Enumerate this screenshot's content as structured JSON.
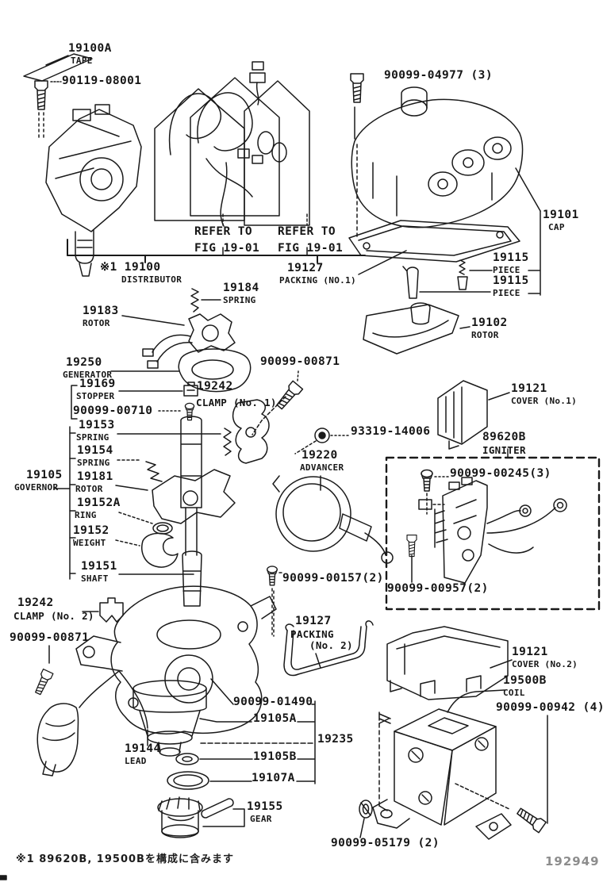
{
  "page": {
    "footnote": "※1  89620B, 19500Bを構成に含みます",
    "page_number": "192949"
  },
  "labels": [
    {
      "name": "tape",
      "t1": "19100A",
      "t2": "TAPE"
    },
    {
      "name": "bolt-90119",
      "t1": "90119-08001"
    },
    {
      "name": "bolt-04977",
      "t1": "90099-04977 (3)"
    },
    {
      "name": "refer-1",
      "t1": "REFER TO",
      "t2": "FIG 19-01"
    },
    {
      "name": "refer-2",
      "t1": "REFER TO",
      "t2": "FIG 19-01"
    },
    {
      "name": "distributor",
      "t1": "※1 19100",
      "t2": "DISTRIBUTOR"
    },
    {
      "name": "packing-no1",
      "t1": "19127",
      "t2": "PACKING (NO.1)"
    },
    {
      "name": "cap",
      "t1": "19101",
      "t2": "CAP"
    },
    {
      "name": "piece-1",
      "t1": "19115",
      "t2": "PIECE"
    },
    {
      "name": "piece-2",
      "t1": "19115",
      "t2": "PIECE"
    },
    {
      "name": "rotor-19102",
      "t1": "19102",
      "t2": "ROTOR"
    },
    {
      "name": "spring-19184",
      "t1": "19184",
      "t2": "SPRING"
    },
    {
      "name": "rotor-19183",
      "t1": "19183",
      "t2": "ROTOR"
    },
    {
      "name": "generator",
      "t1": "19250",
      "t2": "GENERATOR"
    },
    {
      "name": "bolt-00871-a",
      "t1": "90099-00871"
    },
    {
      "name": "stopper",
      "t1": "19169",
      "t2": "STOPPER"
    },
    {
      "name": "clamp1-num",
      "t1": "19242"
    },
    {
      "name": "clamp1-name",
      "t1": "CLAMP (No. 1)"
    },
    {
      "name": "screw-00710",
      "t1": "90099-00710"
    },
    {
      "name": "spring-19153",
      "t1": "19153",
      "t2": "SPRING"
    },
    {
      "name": "spring-19154",
      "t1": "19154",
      "t2": "SPRING"
    },
    {
      "name": "governor",
      "t1": "19105",
      "t2": "GOVERNOR"
    },
    {
      "name": "rotor-19181",
      "t1": "19181",
      "t2": "ROTOR"
    },
    {
      "name": "ring-19152a",
      "t1": "19152A",
      "t2": "RING"
    },
    {
      "name": "weight-19152",
      "t1": "19152",
      "t2": "WEIGHT"
    },
    {
      "name": "shaft-19151",
      "t1": "19151",
      "t2": "SHAFT"
    },
    {
      "name": "nut-93319",
      "t1": "93319-14006"
    },
    {
      "name": "advancer",
      "t1": "19220",
      "t2": "ADVANCER"
    },
    {
      "name": "cover-no1",
      "t1": "19121",
      "t2": "COVER (No.1)"
    },
    {
      "name": "igniter",
      "t1": "89620B",
      "t2": "IGNITER"
    },
    {
      "name": "screw-00245",
      "t1": "90099-00245(3)"
    },
    {
      "name": "screw-00157",
      "t1": "90099-00157(2)"
    },
    {
      "name": "bolt-00957",
      "t1": "90099-00957(2)"
    },
    {
      "name": "clamp2",
      "t1": "19242",
      "t2": "CLAMP (No. 2)"
    },
    {
      "name": "bolt-00871-b",
      "t1": "90099-00871"
    },
    {
      "name": "packing-no2",
      "t1": "19127",
      "t2": "PACKING",
      "t3": "(No. 2)"
    },
    {
      "name": "cover-no2",
      "t1": "19121",
      "t2": "COVER (No.2)"
    },
    {
      "name": "coil",
      "t1": "19500B",
      "t2": "COIL"
    },
    {
      "name": "bolt-00942",
      "t1": "90099-00942 (4)"
    },
    {
      "name": "bolt-01490",
      "t1": "90099-01490"
    },
    {
      "name": "bearing-19105a",
      "t1": "19105A"
    },
    {
      "name": "kit-19235",
      "t1": "19235"
    },
    {
      "name": "lead-19144",
      "t1": "19144",
      "t2": "LEAD"
    },
    {
      "name": "washer-19105b",
      "t1": "19105B"
    },
    {
      "name": "oring-19107a",
      "t1": "19107A"
    },
    {
      "name": "gear-19155",
      "t1": "19155",
      "t2": "GEAR"
    },
    {
      "name": "grommet-05179",
      "t1": "90099-05179 (2)"
    }
  ]
}
